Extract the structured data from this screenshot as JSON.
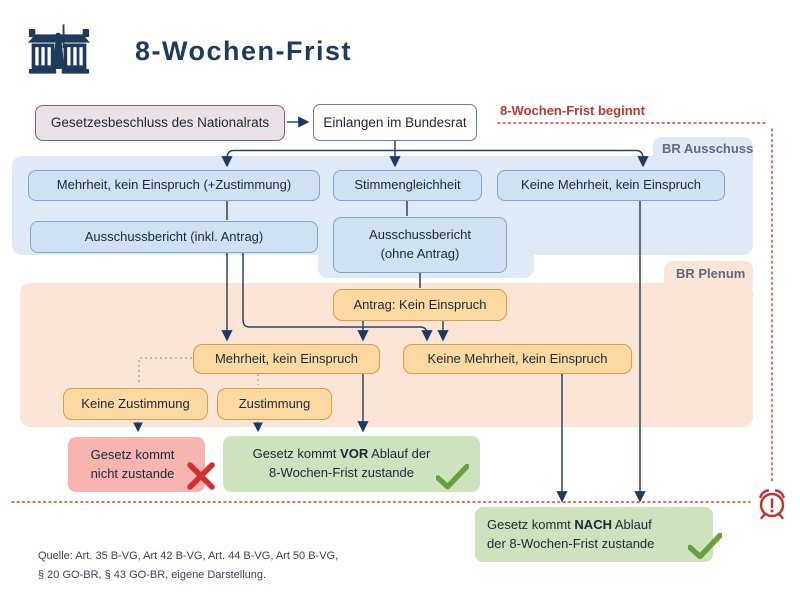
{
  "header": {
    "title": "8-Wochen-Frist"
  },
  "flow": {
    "start_box": "Gesetzesbeschluss des Nationalrats",
    "intake_box": "Einlangen im Bundesrat",
    "deadline_label": "8-Wochen-Frist beginnt",
    "regions": {
      "ausschuss": "BR Ausschuss",
      "plenum": "BR Plenum"
    },
    "ausschuss": {
      "majority": "Mehrheit, kein Einspruch (+Zustimmung)",
      "tie": "Stimmengleichheit",
      "no_majority": "Keine Mehrheit, kein Einspruch",
      "report_incl": "Ausschussbericht (inkl. Antrag)",
      "report_ohne_line1": "Ausschussbericht",
      "report_ohne_line2": "(ohne Antrag)"
    },
    "plenum": {
      "antrag": "Antrag: Kein Einspruch",
      "majority": "Mehrheit, kein Einspruch",
      "no_majority": "Keine Mehrheit, kein Einspruch",
      "keine_zustimmung": "Keine Zustimmung",
      "zustimmung": "Zustimmung"
    },
    "outcomes": {
      "fail_line1": "Gesetz kommt",
      "fail_line2": "nicht zustande",
      "before_pre": "Gesetz kommt ",
      "before_bold": "VOR",
      "before_post": " Ablauf der",
      "before_line2": "8-Wochen-Frist zustande",
      "after_pre": "Gesetz kommt ",
      "after_bold": "NACH",
      "after_post": " Ablauf",
      "after_line2": "der 8-Wochen-Frist zustande"
    }
  },
  "footer": {
    "source_line1": "Quelle: Art. 35 B-VG, Art 42 B-VG, Art. 44 B-VG, Art 50 B-VG,",
    "source_line2": "§ 20 GO-BR, § 43 GO-BR, eigene Darstellung."
  },
  "icons": {
    "logo": "parliament-icon",
    "fail": "x-icon",
    "success": "checkmark-icon",
    "deadline": "alarm-clock-icon"
  },
  "colors": {
    "navy": "#1e3a5c",
    "red_accent": "#c2372c",
    "blue_region": "#dfeaf6",
    "blue_box": "#cfe1f3",
    "blue_border": "#7ca6ce",
    "orange_region": "#fbe5d6",
    "orange_box": "#fdd9a2",
    "orange_border": "#de9c45",
    "purple_box": "#ebe1e9",
    "purple_border": "#8d5a7b",
    "red_box": "#f8b5b0",
    "green_box": "#cce3bd",
    "green_check": "#6aa03c",
    "red_x": "#d32f2f"
  }
}
